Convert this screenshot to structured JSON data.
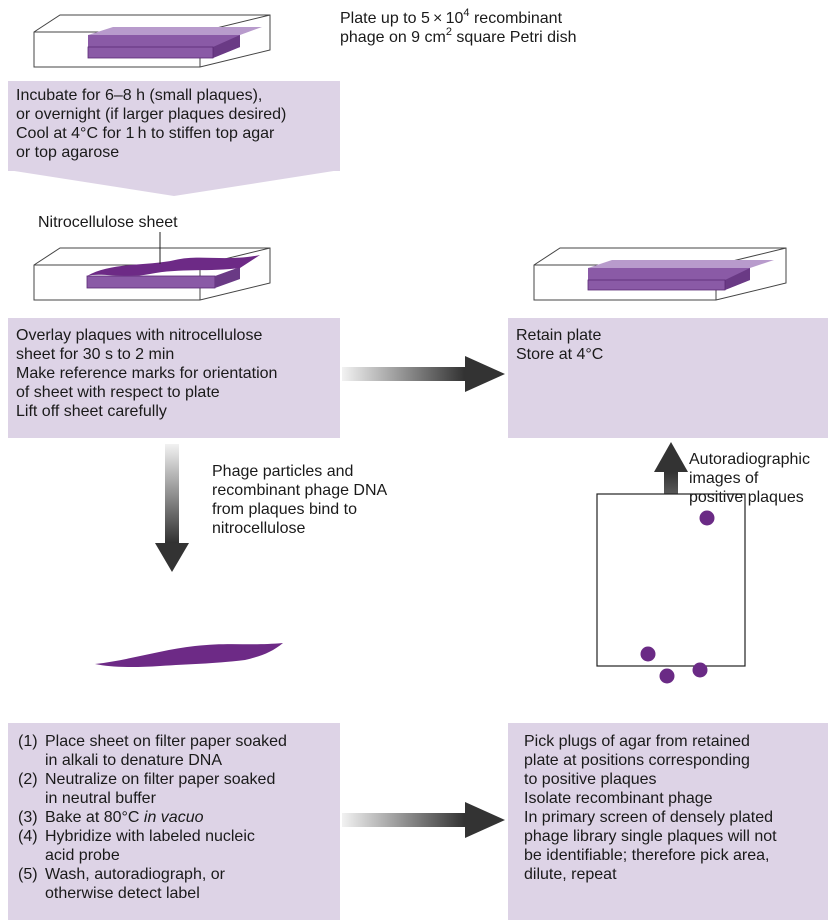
{
  "step1": {
    "caption_line1_a": "Plate up to 5 × 10",
    "caption_line1_sup": "4",
    "caption_line1_b": " recombinant",
    "caption_line2_a": "phage on 9 cm",
    "caption_line2_sup": "2",
    "caption_line2_b": " square Petri dish"
  },
  "step2": {
    "lines": [
      "Incubate for 6–8 h (small plaques),",
      "or overnight (if larger plaques desired)",
      "Cool at 4°C for 1 h to stiffen top agar",
      "or top agarose"
    ]
  },
  "sheet_label": "Nitrocellulose sheet",
  "step3": {
    "lines": [
      "Overlay plaques with nitrocellulose",
      "sheet for 30 s to 2 min",
      "Make reference marks for orientation",
      "of sheet with respect to plate",
      "Lift off sheet carefully"
    ]
  },
  "retain": {
    "lines": [
      "Retain plate",
      "Store at 4°C"
    ]
  },
  "bind_caption": {
    "lines": [
      "Phage particles and",
      "recombinant phage DNA",
      "from plaques bind to",
      "nitrocellulose"
    ]
  },
  "auto_caption": {
    "lines": [
      "Autoradiographic",
      "images of",
      "positive plaques"
    ]
  },
  "step4": {
    "items": [
      {
        "num": "(1)",
        "lines": [
          "Place sheet on filter paper soaked",
          "in alkali to denature DNA"
        ]
      },
      {
        "num": "(2)",
        "lines": [
          "Neutralize on filter paper soaked",
          "in neutral buffer"
        ]
      },
      {
        "num": "(3)",
        "text": "Bake at 80°C ",
        "italic": "in vacuo"
      },
      {
        "num": "(4)",
        "lines": [
          "Hybridize with labeled nucleic",
          "acid probe"
        ]
      },
      {
        "num": "(5)",
        "lines": [
          "Wash, autoradiograph, or",
          "otherwise detect label"
        ]
      }
    ]
  },
  "step5": {
    "lines": [
      "Pick plugs of agar from retained",
      "plate at positions corresponding",
      "to positive plaques",
      "Isolate recombinant phage",
      "In primary screen of densely plated",
      "phage library single plaques will not",
      "be identifiable; therefore pick area,",
      "dilute, repeat"
    ]
  },
  "colors": {
    "box_fill": "#ddd3e6",
    "agar_purple": "#8a5aa6",
    "sheet_purple": "#6d2a86",
    "plaque_purple": "#6a2a85",
    "arrow_dark": "#333333"
  }
}
